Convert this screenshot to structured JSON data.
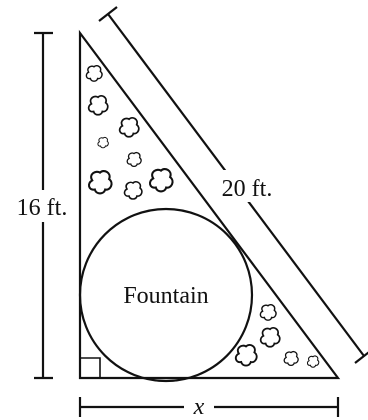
{
  "labels": {
    "height": "16 ft.",
    "hypotenuse": "20 ft.",
    "base_variable": "x",
    "circle": "Fountain"
  },
  "colors": {
    "stroke": "#111111",
    "background": "#ffffff"
  },
  "icons": {
    "bushes": "shrub-cluster-icon",
    "right_angle": "right-angle-marker"
  }
}
